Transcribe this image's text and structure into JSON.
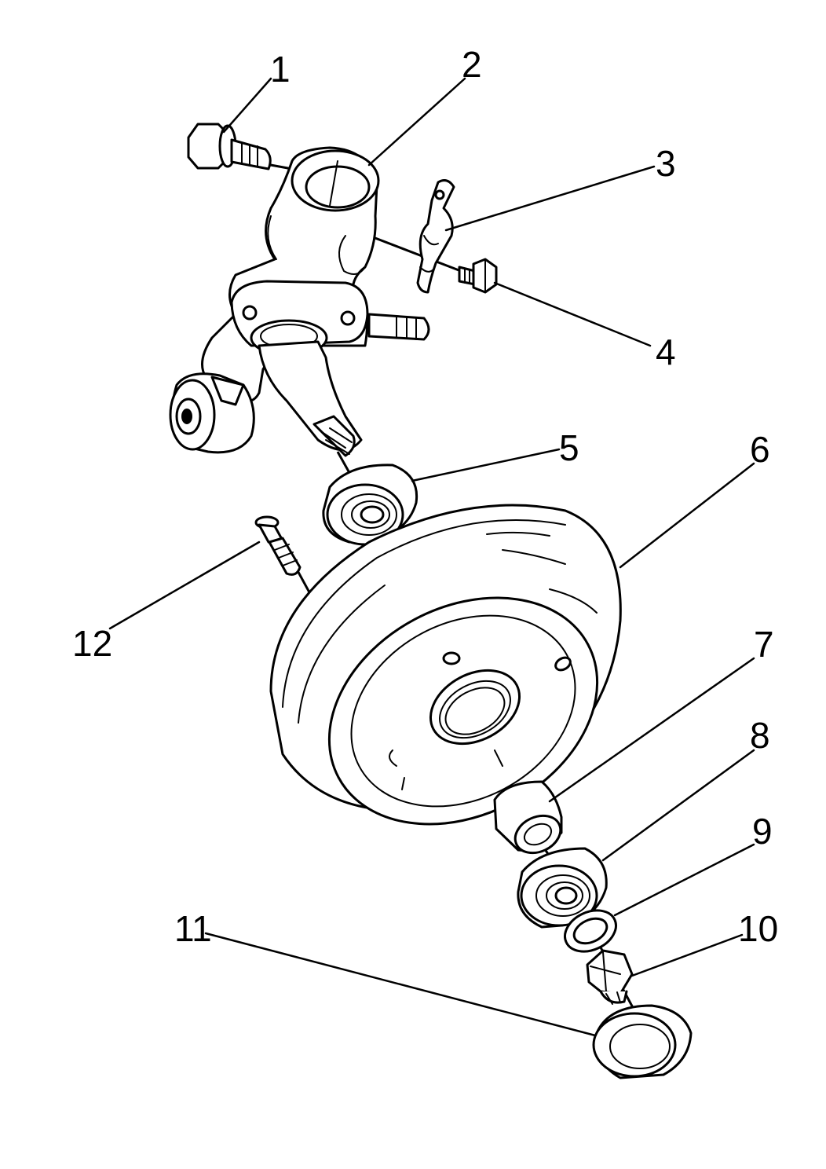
{
  "callouts": [
    {
      "number": "1"
    },
    {
      "number": "2"
    },
    {
      "number": "3"
    },
    {
      "number": "4"
    },
    {
      "number": "5"
    },
    {
      "number": "6"
    },
    {
      "number": "7"
    },
    {
      "number": "8"
    },
    {
      "number": "9"
    },
    {
      "number": "10"
    },
    {
      "number": "11"
    },
    {
      "number": "12"
    }
  ]
}
